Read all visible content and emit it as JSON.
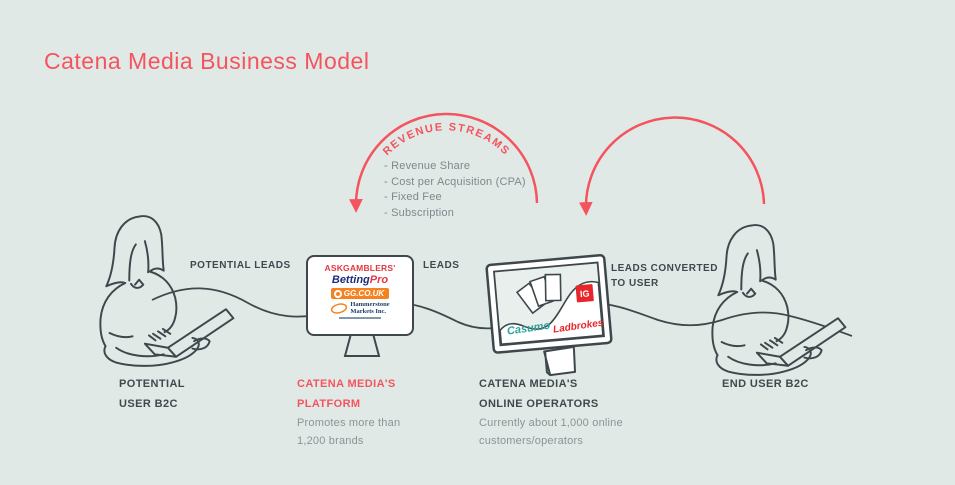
{
  "title": "Catena Media Business Model",
  "revenue": {
    "label": "REVENUE STREAMS",
    "items": [
      "- Revenue Share",
      "- Cost per Acquisition (CPA)",
      "- Fixed Fee",
      "- Subscription"
    ]
  },
  "flow_labels": {
    "potential_leads": "POTENTIAL LEADS",
    "leads": "LEADS",
    "leads_converted": "LEADS CONVERTED TO USER"
  },
  "captions": {
    "potential_user": "POTENTIAL USER B2C",
    "platform_title": "CATENA MEDIA'S PLATFORM",
    "platform_desc": "Promotes more than 1,200 brands",
    "operators_title": "CATENA MEDIA'S ONLINE OPERATORS",
    "operators_desc": "Currently about 1,000 online customers/operators",
    "end_user": "END USER B2C"
  },
  "platform_monitor": {
    "logos": {
      "askgamblers": "ASKGAMBLERS'",
      "betting": "Betting",
      "pro": "Pro",
      "gg": "GG.CO.UK",
      "hammerstone_line1": "Hammerstone",
      "hammerstone_line2": "Markets Inc."
    }
  },
  "operators_monitor": {
    "logos": {
      "casumo": "Casumo",
      "ladbrokes": "Ladbrokes",
      "ig": "IG"
    }
  },
  "colors": {
    "background": "#e1e9e7",
    "accent_red": "#f4545d",
    "dark_line": "#3e484c",
    "gray_text": "#8a9497",
    "askgamblers_red": "#e4373f",
    "betting_navy": "#1d2f7c",
    "gg_orange": "#f58220",
    "hammerstone_navy": "#1e3f66",
    "casumo_teal": "#2fa39b",
    "ladbrokes_red": "#e8252a",
    "ig_red": "#e8252a"
  }
}
